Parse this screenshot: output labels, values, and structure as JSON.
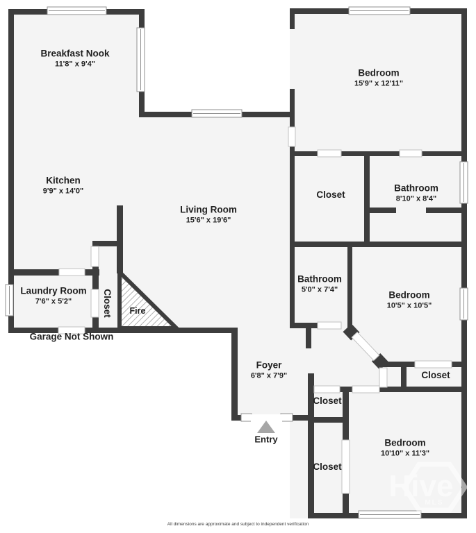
{
  "palette": {
    "wall": "#3d3d3d",
    "floor": "#f4f4f4",
    "window_stroke": "#8f8f8f",
    "door_stroke": "#c2c2c2",
    "hatch": "#9a9a9a",
    "entry_arrow": "#a6a6a6",
    "text": "#1f1f1f",
    "watermark": "#ffffff"
  },
  "rooms": [
    {
      "id": "breakfast-nook",
      "name": "Breakfast Nook",
      "dims": "11'8\" x 9'4\""
    },
    {
      "id": "kitchen",
      "name": "Kitchen",
      "dims": "9'9\" x 14'0\""
    },
    {
      "id": "living-room",
      "name": "Living Room",
      "dims": "15'6\" x 19'6\""
    },
    {
      "id": "bedroom-ne",
      "name": "Bedroom",
      "dims": "15'9\" x 12'11\""
    },
    {
      "id": "closet-mid",
      "name": "Closet"
    },
    {
      "id": "bathroom-1",
      "name": "Bathroom",
      "dims": "8'10\" x 8'4\""
    },
    {
      "id": "bathroom-2",
      "name": "Bathroom",
      "dims": "5'0\" x 7'4\""
    },
    {
      "id": "bedroom-e",
      "name": "Bedroom",
      "dims": "10'5\" x 10'5\""
    },
    {
      "id": "closet-bedroom-e",
      "name": "Closet"
    },
    {
      "id": "foyer",
      "name": "Foyer",
      "dims": "6'8\" x 7'9\""
    },
    {
      "id": "closet-hall-upper",
      "name": "Closet"
    },
    {
      "id": "closet-hall-lower",
      "name": "Closet"
    },
    {
      "id": "bedroom-se",
      "name": "Bedroom",
      "dims": "10'10\" x 11'3\""
    },
    {
      "id": "laundry-room",
      "name": "Laundry Room",
      "dims": "7'6\" x 5'2\""
    },
    {
      "id": "closet-laundry",
      "name": "Closet"
    },
    {
      "id": "fireplace",
      "name": "Fire"
    }
  ],
  "annotations": {
    "garage_note": "Garage Not Shown",
    "entry_label": "Entry"
  },
  "watermark": {
    "brand": "Hive",
    "sub": "MLS"
  },
  "footer": {
    "disclaimer": "All dimensions are approximate and subject to independent verification"
  }
}
